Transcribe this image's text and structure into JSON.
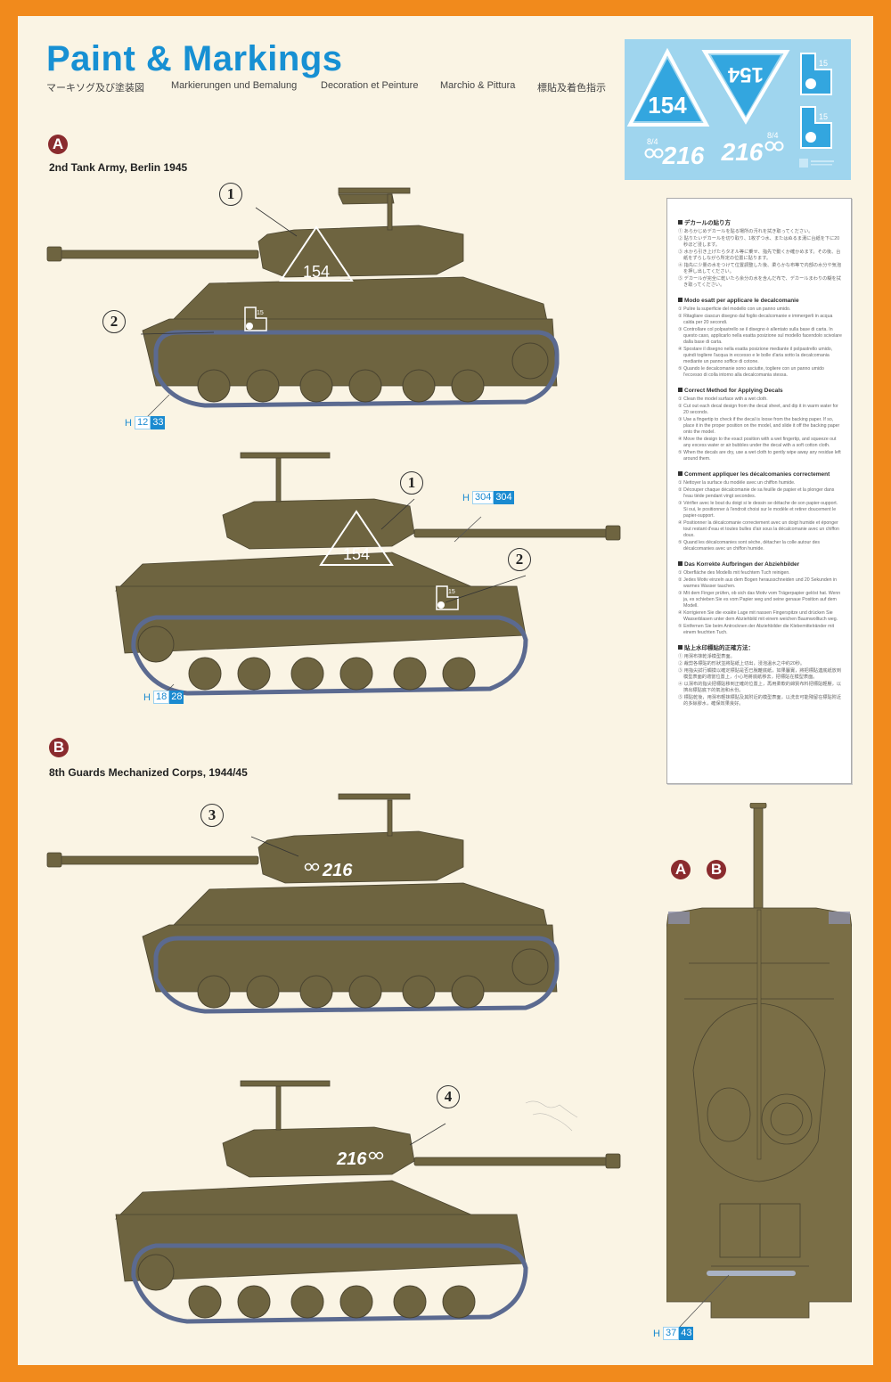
{
  "header": {
    "title": "Paint & Markings",
    "subtitles": [
      "マーキソグ及び塗装図",
      "Markierungen und Bemalung",
      "Decoration et Peinture",
      "Marchio & Pittura",
      "標貼及着色指示"
    ]
  },
  "colors": {
    "frame": "#f18a1c",
    "page": "#faf4e4",
    "title": "#1790d3",
    "badge": "#8a2b2e",
    "tank_olive": "#6e6440",
    "decal_sheet": "#9fd5ee",
    "code_blue": "#1a8ad0"
  },
  "scheme_a": {
    "badge": "A",
    "title": "2nd Tank Army, Berlin 1945",
    "left_view": {
      "turret_marking": "154",
      "hull_marking": "15",
      "callouts": [
        "1",
        "2"
      ],
      "color_code": {
        "prefix": "H",
        "c1": "12",
        "c2": "33"
      }
    },
    "right_view": {
      "turret_marking": "154",
      "hull_marking": "15",
      "callouts": [
        "1",
        "2"
      ],
      "color_code_gun": {
        "prefix": "H",
        "c1": "304",
        "c2": "304"
      },
      "color_code_track": {
        "prefix": "H",
        "c1": "18",
        "c2": "28"
      }
    }
  },
  "scheme_b": {
    "badge": "B",
    "title": "8th Guards Mechanized Corps, 1944/45",
    "left_view": {
      "turret_marking": "216",
      "callouts": [
        "3"
      ]
    },
    "right_view": {
      "turret_marking": "216",
      "callouts": [
        "4"
      ]
    }
  },
  "decal_sheet": {
    "items": [
      {
        "id": "1",
        "text": "154"
      },
      {
        "id": "2",
        "text": "154 (mirrored)"
      },
      {
        "id": "3",
        "text": "216"
      },
      {
        "id": "4",
        "text": "216"
      },
      {
        "id": "5",
        "text": "15"
      },
      {
        "id": "6",
        "text": "15"
      }
    ],
    "small_a": "8/4",
    "num_216": "216",
    "num_154": "154",
    "num_15": "15"
  },
  "instructions": {
    "sections": [
      {
        "title": "デカールの貼り方",
        "steps": [
          "① あらかじめデカールを貼る場所の汚れを拭き取ってください。",
          "② 貼りたいデカールを切り取り、1枚ずつ水、またはぬるま湯に台紙を下に20秒ほど浸します。",
          "③ 水から引き上げたらタオル等に乗せ、指先で動くか確かめます。その後、台紙をずらしながら所定の位置に貼ります。",
          "④ 指先に少量の水をつけて位置調整した後、柔らかな布等で内部の水分や気泡を押し出してください。",
          "⑤ デカールが完全に乾いたら余分の水を含んだ布で、デカールまわりの糊を拭き取ってください。"
        ]
      },
      {
        "title": "Modo esatt per applicare le decalcomanie",
        "steps": [
          "① Pulire la superficie del modello con un panno umido.",
          "② Ritagliare ciascun disegno dal foglio decalcomanie e immergerli in acqua calda per 20 secondi.",
          "③ Controllare col polpastrello se il disegno è allentato sulla base di carta. In questo caso, applicarlo nella esatta posizione sul modello facendolo scivolare dalla base di carta.",
          "④ Spostare il disegno nella esatta posizione mediante il polpastrello umido, quindi togliere l'acqua in eccesso e le bolle d'aria sotto la decalcomania mediante un panno soffice di cotone.",
          "⑤ Quando le decalcomanie sono asciutte, togliere con un panno umido l'eccesso di colla intorno alla decalcomania stessa."
        ]
      },
      {
        "title": "Correct Method for Applying Decals",
        "steps": [
          "① Clean the model surface with a wet cloth.",
          "② Cut out each decal design from the decal sheet, and dip it in warm water for 20 seconds.",
          "③ Use a fingertip to check if the decal is loose from the backing paper. If so, place it in the proper position on the model, and slide it off the backing paper onto the model.",
          "④ Move the design to the exact position with a wet fingertip, and squeeze out any excess water or air bubbles under the decal with a soft cotton cloth.",
          "⑤ When the decals are dry, use a wet cloth to gently wipe away any residue left around them."
        ]
      },
      {
        "title": "Comment appliquer les décalcomanies correctement",
        "steps": [
          "① Nettoyer la surface du modèle avec un chiffon humide.",
          "② Découper chaque décalcomanie de sa feuille de papier et la plonger dans l'eau tiède pendant vingt secondes.",
          "③ Vérifier avec le bout du doigt si le dessin se détache de son papier-support. Si oui, le positionner à l'endroit choisi sur le modèle et retirer doucement le papier-support.",
          "④ Positionner la décalcomanie correctement avec un doigt humide et éponger tout restant d'eau et toutes bulles d'air sous la décalcomanie avec un chiffon doux.",
          "⑤ Quand les décalcomanies sont sèche, détacher la colle autour des décalcomanies avec un chiffon humide."
        ]
      },
      {
        "title": "Das Korrekte Aufbringen der Abziehbilder",
        "steps": [
          "① Oberfläche des Modells mit feuchtem Tuch reinigen.",
          "② Jedes Motiv einzeln aus dem Bogen herausschneiden und 20 Sekunden in warmes Wasser tauchen.",
          "③ Mit dem Finger prüfen, ob sich das Motiv vom Trägerpapier gelöst hat. Wenn ja, es schieben Sie es vom Papier weg und seine genaue Position auf dem Modell.",
          "④ Korrigieren Sie die exakte Lage mit nassen Fingerspitze und drücken Sie Wasserblasen unter dem Abziehbild mit einem weichen Baumwolltuch weg.",
          "⑤ Entfernen Sie beim Antrocknen der Abziehbilder die Klebemittelränder mit einem feuchten Tuch."
        ]
      },
      {
        "title": "貼上水印標貼的正確方法：",
        "steps": [
          "① 用濕布抹乾淨模型表面。",
          "② 裁剪各標貼的形狀並將貼紙上切出，浸泡溫水之中約20秒。",
          "③ 用指尖試行觸摸以確定標貼是否已脫離底紙，如果屬實，將把標貼連底紙放到模型表面的適當位置上，小心地將底紙移去，把標貼在模型表面。",
          "④ 以濕布的指尖把標貼移到正確的位置上，再用柔軟的綿質布料把標貼輕壓，以擠出標貼底下的氣泡和水份。",
          "⑤ 標貼乾後，用濕布輕抹標貼及其附近的模型表面，以洗去可能殘留在標貼附近的多餘膠水，確保效果良好。"
        ]
      }
    ]
  },
  "top_view": {
    "badges": [
      "A",
      "B"
    ],
    "color_code": {
      "prefix": "H",
      "c1": "37",
      "c2": "43"
    }
  }
}
